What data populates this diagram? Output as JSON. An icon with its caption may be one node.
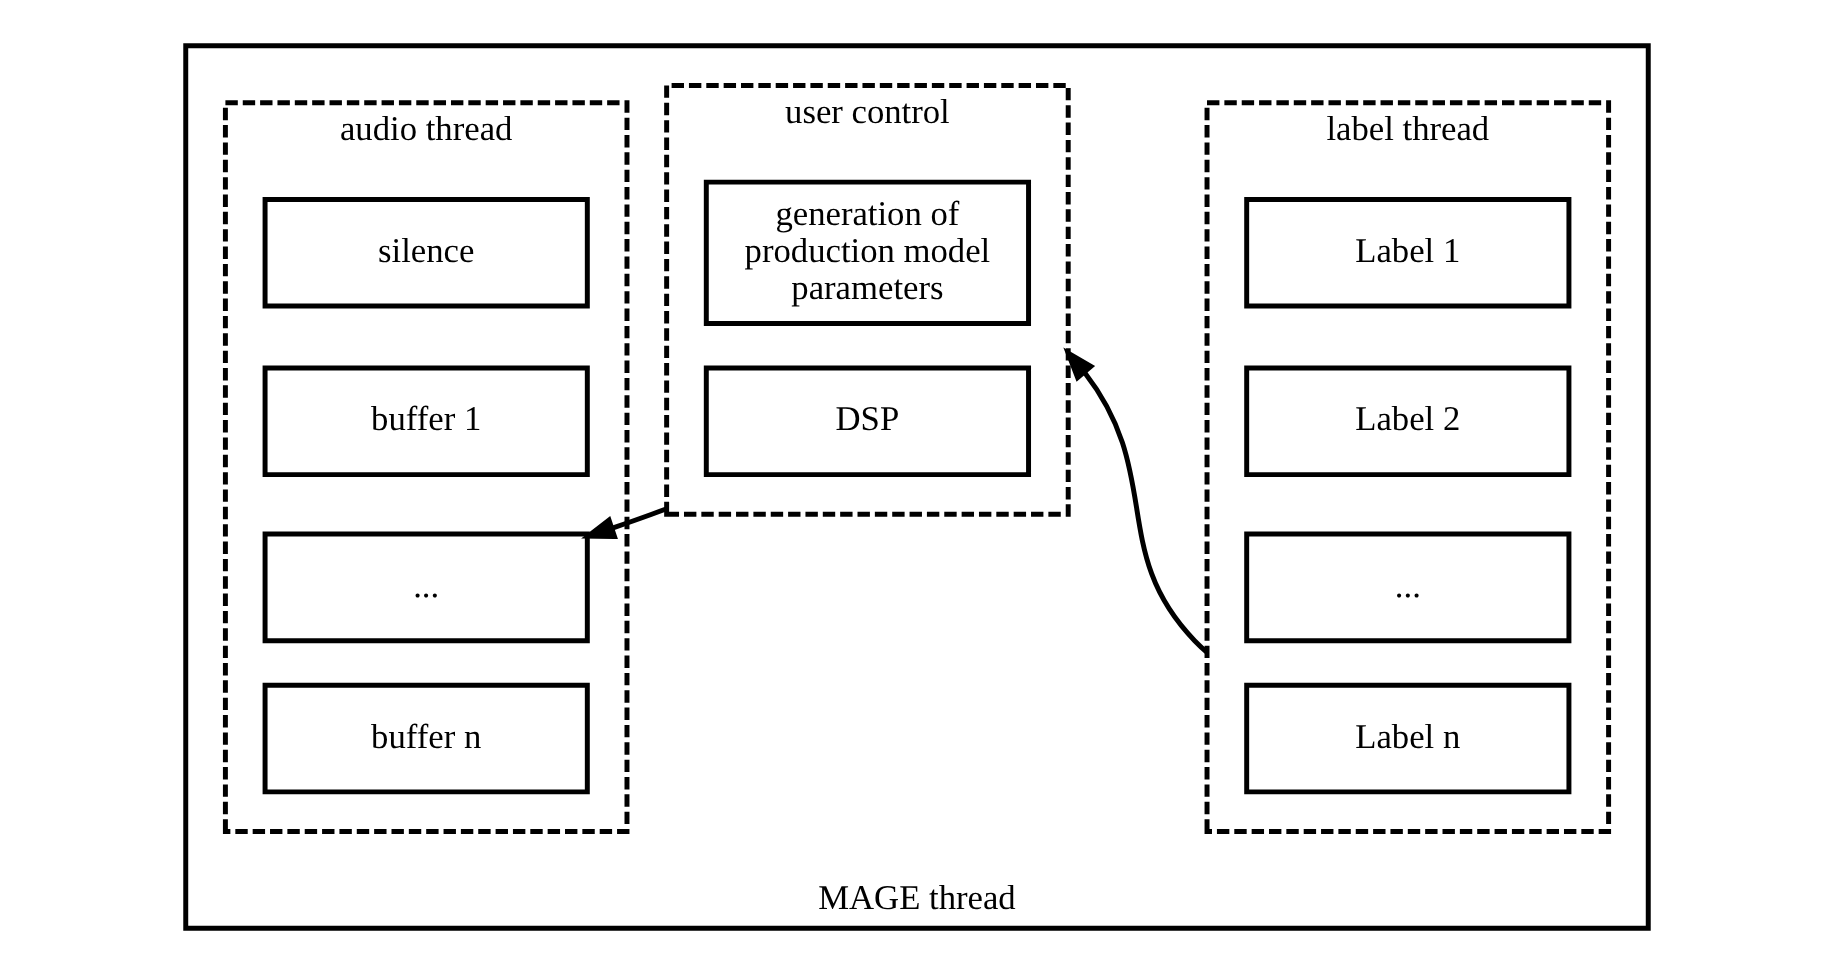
{
  "diagram": {
    "nodes": [
      {
        "text": [
          "MAGE thread"
        ]
      },
      {
        "text": [
          "label thread"
        ],
        "in": 0
      },
      {
        "text": [
          "Label 1"
        ],
        "in": 1
      },
      {
        "text": [
          "Label 2"
        ],
        "in": 1
      },
      {
        "text": [
          "..."
        ],
        "in": 1
      },
      {
        "text": [
          "Label n"
        ],
        "in": 1
      },
      {
        "text": [
          "user control"
        ],
        "in": 0
      },
      {
        "text": [
          "generation of production model parameters"
        ],
        "in": 6
      },
      {
        "text": [
          "DSP"
        ],
        "in": 6
      },
      {
        "text": [
          "audio thread"
        ],
        "in": 0
      },
      {
        "text": [
          "silence"
        ],
        "in": 9
      },
      {
        "text": [
          "buffer 1"
        ],
        "in": 9
      },
      {
        "text": [
          "..."
        ],
        "in": 9
      },
      {
        "text": [
          "buffer n"
        ],
        "in": 9
      }
    ],
    "edges": [
      {
        "from": 1,
        "to": 6,
        "arrow": "to"
      },
      {
        "from": 6,
        "to": 12,
        "arrow": "to"
      }
    ]
  }
}
